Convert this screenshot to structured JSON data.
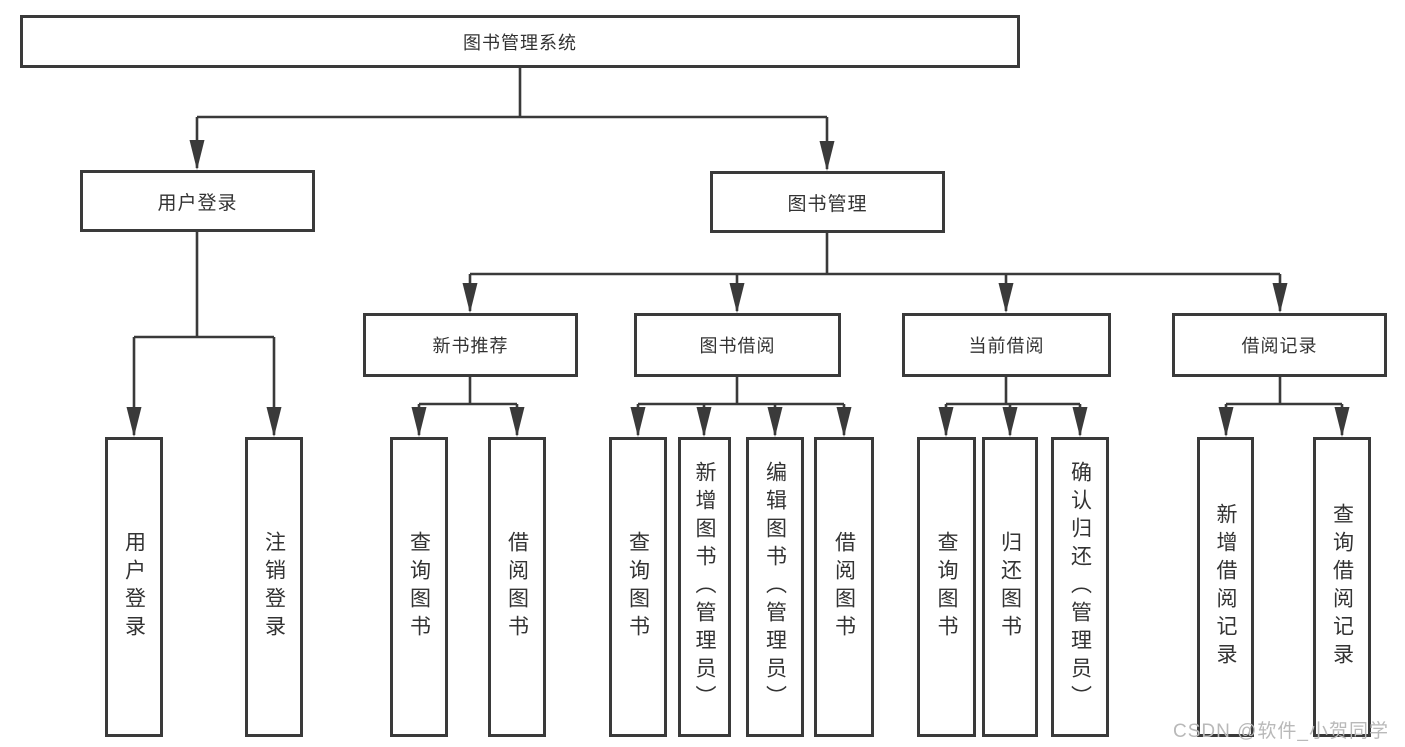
{
  "diagram": {
    "root": {
      "label": "图书管理系统"
    },
    "branches": [
      {
        "label": "用户登录",
        "children": [
          {
            "label": "用户登录"
          },
          {
            "label": "注销登录"
          }
        ]
      },
      {
        "label": "图书管理",
        "children": [
          {
            "label": "新书推荐",
            "children": [
              {
                "label": "查询图书"
              },
              {
                "label": "借阅图书"
              }
            ]
          },
          {
            "label": "图书借阅",
            "children": [
              {
                "label": "查询图书"
              },
              {
                "label": "新增图书（管理员）"
              },
              {
                "label": "编辑图书（管理员）"
              },
              {
                "label": "借阅图书"
              }
            ]
          },
          {
            "label": "当前借阅",
            "children": [
              {
                "label": "查询图书"
              },
              {
                "label": "归还图书"
              },
              {
                "label": "确认归还（管理员）"
              }
            ]
          },
          {
            "label": "借阅记录",
            "children": [
              {
                "label": "新增借阅记录"
              },
              {
                "label": "查询借阅记录"
              }
            ]
          }
        ]
      }
    ]
  },
  "watermark": {
    "text": "CSDN @软件_小贺同学"
  },
  "colors": {
    "line": "#3a3a3a",
    "text": "#333333",
    "watermark": "#b9b9b9",
    "background": "#ffffff"
  }
}
